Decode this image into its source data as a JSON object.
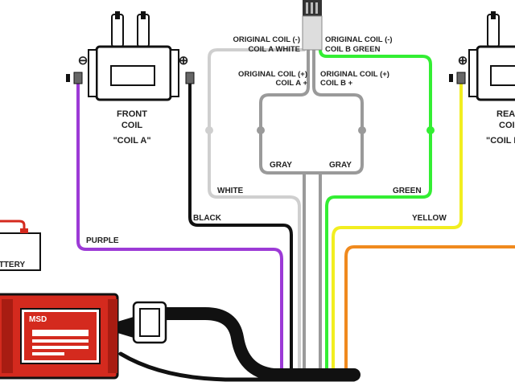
{
  "coils": {
    "front": {
      "name": "FRONT",
      "kind": "COIL",
      "alias": "\"COIL A\""
    },
    "rear": {
      "name": "REAR",
      "kind": "COIL",
      "alias": "\"COIL B\""
    },
    "minus_symbol": "⊖",
    "plus_symbol": "⊕"
  },
  "battery": {
    "label": "BATTERY"
  },
  "connections": {
    "coil_a_neg": {
      "line1": "ORIGINAL COIL (-)",
      "line2": "COIL A WHITE"
    },
    "coil_b_neg": {
      "line1": "ORIGINAL COIL (-)",
      "line2": "COIL B GREEN"
    },
    "coil_a_pos": {
      "line1": "ORIGINAL COIL (+)",
      "line2": "COIL A +"
    },
    "coil_b_pos": {
      "line1": "ORIGINAL COIL (+)",
      "line2": "COIL B +"
    }
  },
  "wires": {
    "white": {
      "label": "WHITE",
      "color": "#d8d8d8"
    },
    "gray_1": {
      "label": "GRAY",
      "color": "#9a9a9a"
    },
    "gray_2": {
      "label": "GRAY",
      "color": "#9a9a9a"
    },
    "green": {
      "label": "GREEN",
      "color": "#33ee33"
    },
    "black": {
      "label": "BLACK",
      "color": "#111111"
    },
    "yellow": {
      "label": "YELLOW",
      "color": "#f2ee20"
    },
    "purple": {
      "label": "PURPLE",
      "color": "#9c3ad6"
    },
    "orange": {
      "color": "#f08a1e"
    }
  },
  "ignition_box": {
    "brand": "MSD",
    "body_color": "#d42a1e"
  }
}
